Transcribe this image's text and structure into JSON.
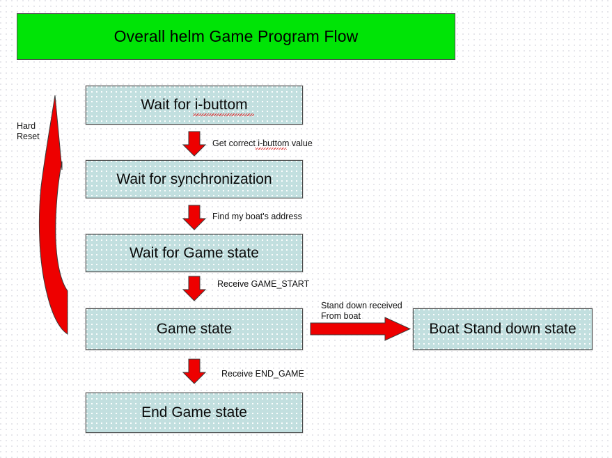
{
  "diagram": {
    "title": "Overall helm Game Program Flow",
    "title_fill": "#00e406",
    "node_fill": "#c2dfdf",
    "arrow_fill": "#ee0000",
    "background": "#ffffff",
    "nodes": [
      {
        "id": "wait-i-buttom",
        "label": "Wait for i-buttom"
      },
      {
        "id": "wait-sync",
        "label": "Wait for synchronization"
      },
      {
        "id": "wait-game-state",
        "label": "Wait for Game state"
      },
      {
        "id": "game-state",
        "label": "Game state"
      },
      {
        "id": "end-game-state",
        "label": "End Game state"
      },
      {
        "id": "boat-stand-down",
        "label": "Boat Stand down state"
      }
    ],
    "edges": [
      {
        "id": "e1",
        "from": "wait-i-buttom",
        "to": "wait-sync",
        "label": "Get correct i-buttom value",
        "direction": "down"
      },
      {
        "id": "e2",
        "from": "wait-sync",
        "to": "wait-game-state",
        "label": "Find my boat's address",
        "direction": "down"
      },
      {
        "id": "e3",
        "from": "wait-game-state",
        "to": "game-state",
        "label": "Receive GAME_START",
        "direction": "down"
      },
      {
        "id": "e4",
        "from": "game-state",
        "to": "end-game-state",
        "label": "Receive END_GAME",
        "direction": "down"
      },
      {
        "id": "e5",
        "from": "game-state",
        "to": "boat-stand-down",
        "label_line1": "Stand down received",
        "label_line2": "From boat",
        "direction": "right"
      },
      {
        "id": "e6",
        "from": "game-state",
        "to": "wait-i-buttom",
        "label_line1": "Hard",
        "label_line2": "Reset",
        "direction": "curved-up-left"
      }
    ]
  }
}
